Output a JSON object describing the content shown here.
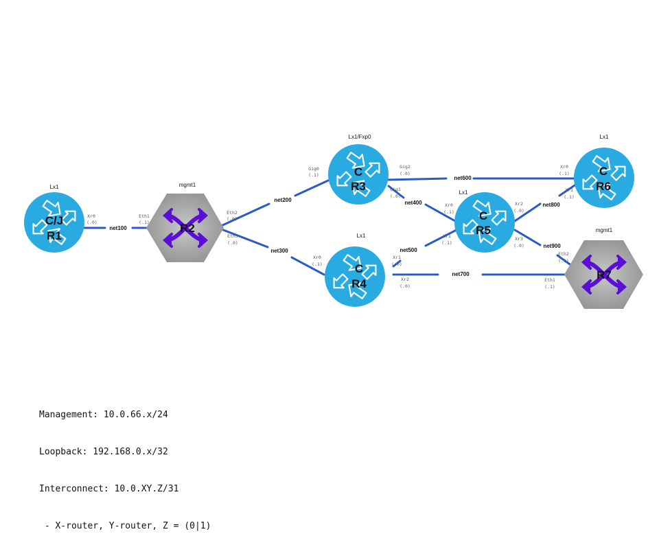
{
  "colors": {
    "link": "#2a5bc4",
    "router_fill": "#29aae1",
    "switch_fill": "#a6a6a6",
    "switch_arrow": "#5b0fd6"
  },
  "nodes": {
    "r1": {
      "name": "C/J\nR1",
      "line1": "C/J",
      "line2": "R1",
      "platform": "Lx1",
      "icon": "router-icon"
    },
    "r2": {
      "name": "R2",
      "platform": "mgmt1",
      "icon": "switch-icon"
    },
    "r3": {
      "line1": "C",
      "line2": "R3",
      "platform": "Lx1/Fxp0",
      "icon": "router-icon"
    },
    "r4": {
      "line1": "C",
      "line2": "R4",
      "platform": "Lx1",
      "icon": "router-icon"
    },
    "r5": {
      "line1": "C",
      "line2": "R5",
      "platform": "Lx1",
      "icon": "router-icon"
    },
    "r6": {
      "line1": "C",
      "line2": "R6",
      "platform": "Lx1",
      "icon": "router-icon"
    },
    "r7": {
      "name": "R7",
      "platform": "mgmt1",
      "icon": "switch-icon"
    }
  },
  "networks": {
    "net100": "net100",
    "net200": "net200",
    "net300": "net300",
    "net400": "net400",
    "net500": "net500",
    "net600": "net600",
    "net700": "net700",
    "net800": "net800",
    "net900": "net900"
  },
  "interfaces": {
    "r1_xr0": {
      "name": "Xr0",
      "addr": "(.0)"
    },
    "r2_eth1": {
      "name": "Eth1",
      "addr": "(.1)"
    },
    "r2_eth2": {
      "name": "Eth2",
      "addr": "(.0)"
    },
    "r2_eth3": {
      "name": "Eth3",
      "addr": "(.0)"
    },
    "r3_gig0": {
      "name": "Gig0",
      "addr": "(.1)"
    },
    "r3_gig2": {
      "name": "Gig2",
      "addr": "(.0)"
    },
    "r3_gig1": {
      "name": "Gig1",
      "addr": "(.0)"
    },
    "r4_xr0": {
      "name": "Xr0",
      "addr": "(.1)"
    },
    "r4_xr1": {
      "name": "Xr1",
      "addr": "(.0)"
    },
    "r4_xr2": {
      "name": "Xr2",
      "addr": "(.0)"
    },
    "r5_xr0": {
      "name": "Xr0",
      "addr": "(.1)"
    },
    "r5_xr1": {
      "name": "Xr1",
      "addr": "(.1)"
    },
    "r5_xr2": {
      "name": "Xr2",
      "addr": "(.0)"
    },
    "r5_xr3": {
      "name": "Xr3",
      "addr": "(.0)"
    },
    "r6_xr0": {
      "name": "Xr0",
      "addr": "(.1)"
    },
    "r6_xr1": {
      "name": "Xr1",
      "addr": "(.1)"
    },
    "r7_eth2": {
      "name": "Eth2",
      "addr": "(.1)"
    },
    "r7_eth1": {
      "name": "Eth1",
      "addr": "(.1)"
    }
  },
  "legend": {
    "management": "Management: 10.0.66.x/24",
    "loopback": "Loopback: 192.168.0.x/32",
    "interconnect": "Interconnect: 10.0.XY.Z/31",
    "note": " - X-router, Y-router, Z = (0|1)"
  }
}
